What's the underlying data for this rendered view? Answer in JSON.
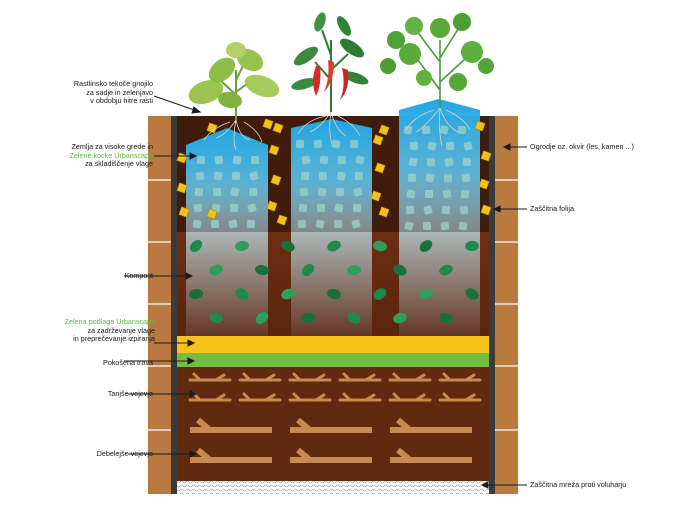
{
  "labels_left": [
    {
      "lines": [
        {
          "text": "Rastlinsko tekoče gnojilo",
          "green": false
        },
        {
          "text": "za sadje in zelenjavo",
          "green": false
        },
        {
          "text": "v obdobju hitre rasti",
          "green": false
        }
      ]
    },
    {
      "lines": [
        {
          "text": "Zemlja za visoke grede in",
          "green": false
        },
        {
          "text": "Zelene kocke Urbanscape",
          "green": true
        },
        {
          "text": "za skladiščenje vlage",
          "green": false
        }
      ]
    },
    {
      "lines": [
        {
          "text": "Kompost",
          "green": false
        }
      ]
    },
    {
      "lines": [
        {
          "text": "Zelena podlaga Urbanscape",
          "green": true
        },
        {
          "text": "za zadrževanje vlage",
          "green": false
        },
        {
          "text": "in preprečevanje izpiranja",
          "green": false
        }
      ]
    },
    {
      "lines": [
        {
          "text": "Pokošena trava",
          "green": false
        }
      ]
    },
    {
      "lines": [
        {
          "text": "Tanjše vejevje",
          "green": false
        }
      ]
    },
    {
      "lines": [
        {
          "text": "Debelejše vejevje",
          "green": false
        }
      ]
    }
  ],
  "labels_right": [
    {
      "lines": [
        {
          "text": "Ogrodje oz. okvir (les, kamen ...)",
          "green": false
        }
      ]
    },
    {
      "lines": [
        {
          "text": "Zaščitna folija",
          "green": false
        }
      ]
    },
    {
      "lines": [
        {
          "text": "Zaščitna mreža proti voluharju",
          "green": false
        }
      ]
    }
  ],
  "colors": {
    "brand_green": "#5db846",
    "soil_dark": "#3f1c0c",
    "compost": "#6b2d13",
    "wood": "#b97a40",
    "foil": "#3a3a3a",
    "cube_blue": "#29a9e1",
    "yellow_mat": "#f9c21a",
    "grass_strip": "#76bd43",
    "branch": "#c88a4e"
  },
  "icons": [
    "basil-plant-icon",
    "chili-plant-icon",
    "parsley-plant-icon",
    "root-icon",
    "cube-icon",
    "compost-chunk-icon",
    "branch-icon",
    "mesh-icon"
  ]
}
